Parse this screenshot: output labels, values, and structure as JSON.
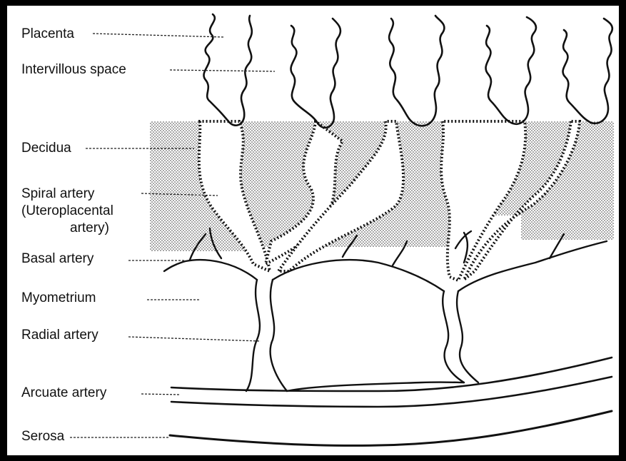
{
  "labels": {
    "placenta": "Placenta",
    "intervillous_space": "Intervillous space",
    "decidua": "Decidua",
    "spiral_artery": "Spiral artery",
    "uteroplacental_line1": "(Uteroplacental",
    "uteroplacental_line2": "artery)",
    "basal_artery": "Basal artery",
    "myometrium": "Myometrium",
    "radial_artery": "Radial artery",
    "arcuate_artery": "Arcuate artery",
    "serosa": "Serosa"
  }
}
